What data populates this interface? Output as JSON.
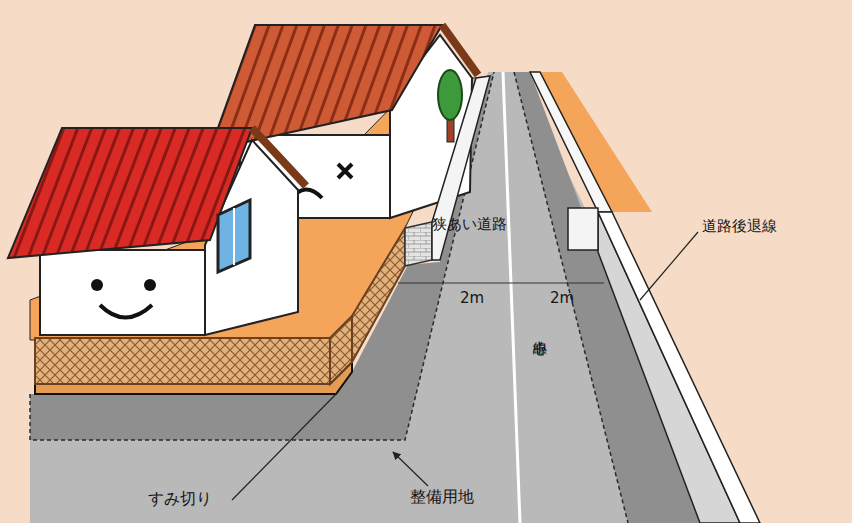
{
  "diagram": {
    "labels": [
      "狭あい道路",
      "2m",
      "2m",
      "中心線",
      "道路後退線",
      "すみ切り",
      "整備用地"
    ]
  }
}
